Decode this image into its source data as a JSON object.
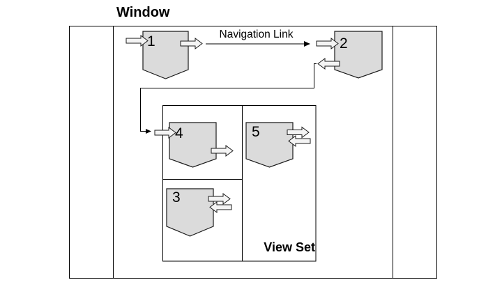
{
  "window": {
    "title": "Window"
  },
  "navigation_link": {
    "label": "Navigation Link"
  },
  "view_set": {
    "label": "View Set"
  },
  "views": {
    "v1": {
      "label": "1"
    },
    "v2": {
      "label": "2"
    },
    "v3": {
      "label": "3"
    },
    "v4": {
      "label": "4"
    },
    "v5": {
      "label": "5"
    }
  },
  "colors": {
    "background": "#ffffff",
    "line": "#000000",
    "shape_fill": "#dbdbdb",
    "shape_stroke": "#1a1a1a",
    "arrow_fill": "#f4f4f4"
  }
}
